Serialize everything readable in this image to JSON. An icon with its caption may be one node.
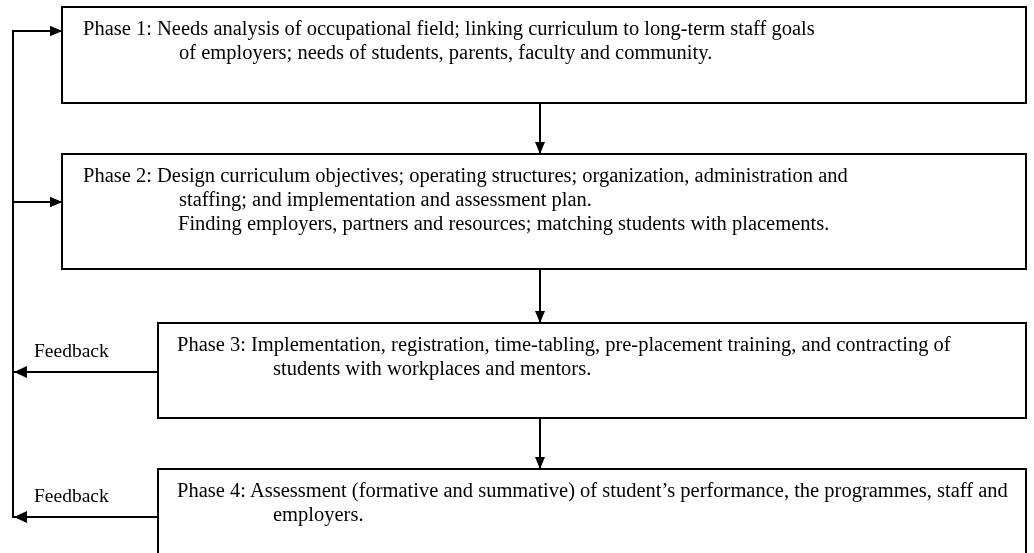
{
  "diagram": {
    "nodes": [
      {
        "text": [
          "Phase 1: Needs analysis of occupational field; linking curriculum to long-term staff goals of employers; needs of students, parents, faculty and community."
        ]
      },
      {
        "text": [
          "Phase 2: Design curriculum objectives; operating structures; organization, administration and staffing; and implementation and assessment plan.",
          "Finding employers, partners and resources; matching students with placements."
        ]
      },
      {
        "text": [
          "Phase 3: Implementation, registration, time-tabling, pre-placement training, and contracting of students with workplaces and mentors."
        ]
      },
      {
        "text": [
          "Phase 4: Assessment (formative and summative) of student’s performance, the programmes, staff and employers."
        ]
      }
    ],
    "edges": [
      {
        "from": 0,
        "to": 1,
        "arrow": "to"
      },
      {
        "from": 1,
        "to": 2,
        "arrow": "to"
      },
      {
        "from": 2,
        "to": 3,
        "arrow": "to"
      },
      {
        "from": 2,
        "to": 0,
        "arrow": "to",
        "label": "Feedback"
      },
      {
        "from": 2,
        "to": 1,
        "arrow": "to"
      },
      {
        "from": 3,
        "to": 0,
        "arrow": "to",
        "label": "Feedback"
      },
      {
        "from": 3,
        "to": 1,
        "arrow": "to"
      }
    ]
  }
}
